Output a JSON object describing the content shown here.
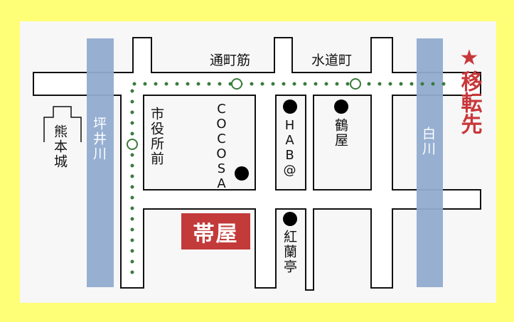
{
  "colors": {
    "background": "#ffff77",
    "panel": "#f7f7f7",
    "river": "#91acd0",
    "tram": "#3b7a3b",
    "highlight": "#c23b3a"
  },
  "rivers": {
    "tsuboi": "坪井川",
    "shira": "白川"
  },
  "landmarks": {
    "castle": "熊本城"
  },
  "stops": {
    "toricho": "通町筋",
    "suidocho": "水道町",
    "shiyakusho": "市役所前"
  },
  "shops": {
    "cocosa": "COCOSA",
    "hab": "HAB@",
    "tsuruya": "鶴屋",
    "koranntei": "紅蘭亭"
  },
  "shop_name": "帯屋",
  "destination": {
    "star": "★",
    "label": "移転先"
  }
}
